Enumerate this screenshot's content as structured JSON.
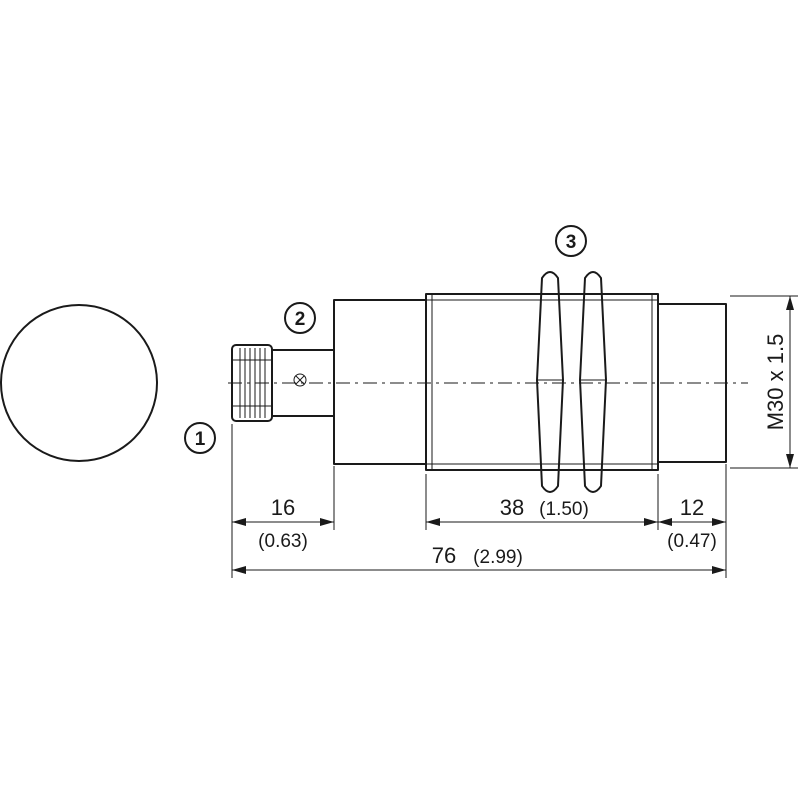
{
  "callouts": {
    "c1": "1",
    "c2": "2",
    "c3": "3"
  },
  "dimensions": {
    "d16": {
      "mm": "16",
      "inch": "(0.63)"
    },
    "d38": {
      "mm": "38",
      "inch": "(1.50)"
    },
    "d12": {
      "mm": "12",
      "inch": "(0.47)"
    },
    "d76": {
      "mm": "76",
      "inch": "(2.99)"
    },
    "thread": "M30 x 1.5"
  },
  "colors": {
    "line": "#1a1a1a",
    "background": "#ffffff"
  }
}
